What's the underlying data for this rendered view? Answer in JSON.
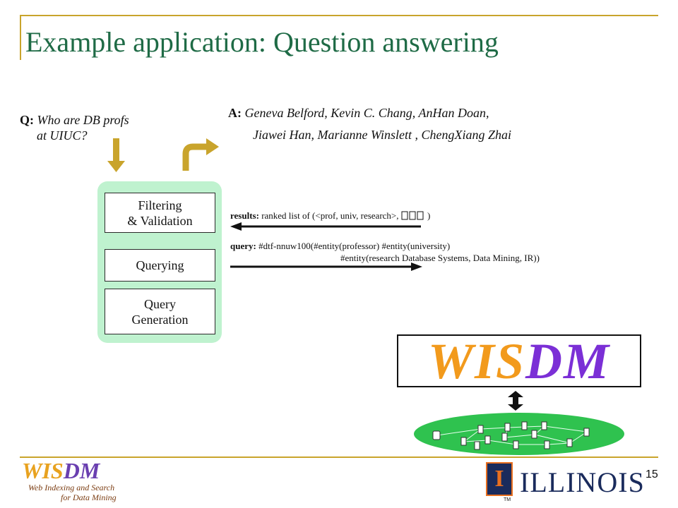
{
  "slide": {
    "title": "Example application: Question answering",
    "page_number": "15"
  },
  "question": {
    "label": "Q:",
    "line1": "Who are DB profs",
    "line2": "at UIUC?"
  },
  "answer": {
    "label": "A:",
    "line1": "Geneva Belford, Kevin C. Chang, AnHan Doan,",
    "line2": "Jiawei Han, Marianne Winslett , ChengXiang Zhai"
  },
  "pipeline": {
    "stages": [
      {
        "line1": "Filtering",
        "line2": "& Validation"
      },
      {
        "line1": "Querying",
        "line2": ""
      },
      {
        "line1": "Query",
        "line2": "Generation"
      }
    ]
  },
  "results": {
    "label": "results:",
    "text": "ranked list of (<prof, univ, research>,",
    "tail": ")"
  },
  "query": {
    "label": "query:",
    "line1": "#dtf-nnuw100(#entity(professor) #entity(university)",
    "line2": "#entity(research Database Systems, Data Mining, IR))"
  },
  "wisdm_box": {
    "part1": "WIS",
    "part2": "DM"
  },
  "logo": {
    "part1": "WIS",
    "part2": "DM",
    "line1": "Web Indexing and Search",
    "line2": "for Data Mining"
  },
  "university": {
    "name": "ILLINOIS",
    "mark": "I",
    "tm": "TM"
  },
  "colors": {
    "title": "#1f6b46",
    "rule": "#c9a42c",
    "arrow_gold": "#c9a42c",
    "pipeline_bg": "#bff2cf",
    "wisdm_orange": "#f29a1c",
    "wisdm_purple": "#7b2fd6",
    "logo_orange": "#e8a21f",
    "logo_purple": "#6a3fb0",
    "globe_green": "#2fc24f",
    "illinois_blue": "#1a2b5c",
    "illinois_orange": "#e86f1f"
  }
}
